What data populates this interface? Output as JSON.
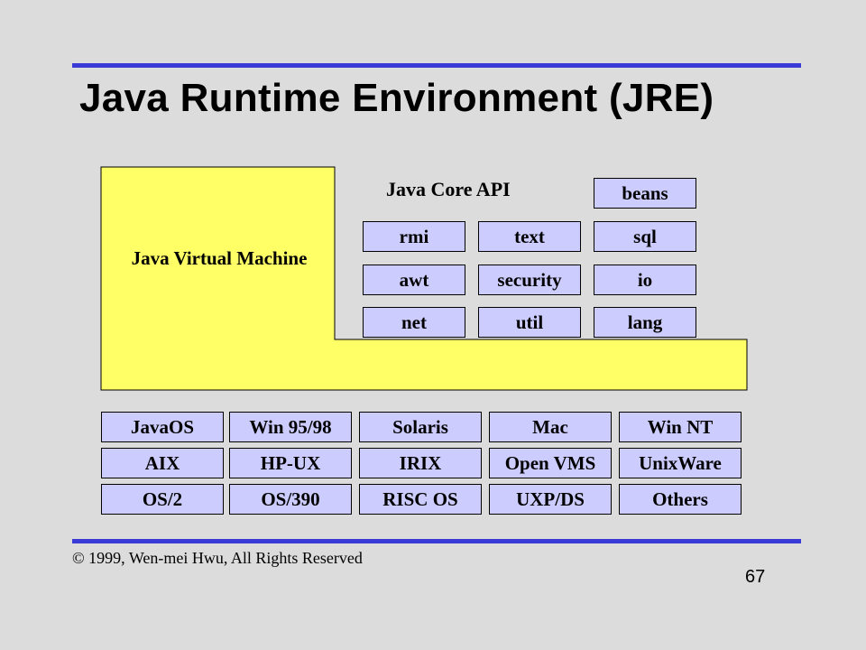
{
  "slide": {
    "title": "Java Runtime Environment (JRE)",
    "jvm_label": "Java Virtual Machine",
    "api_label": "Java Core API",
    "copyright": "© 1999, Wen-mei  Hwu, All Rights Reserved",
    "page_number": "67"
  },
  "api_packages": [
    "beans",
    "rmi",
    "text",
    "sql",
    "awt",
    "security",
    "io",
    "net",
    "util",
    "lang"
  ],
  "platforms": [
    [
      "JavaOS",
      "Win 95/98",
      "Solaris",
      "Mac",
      "Win NT"
    ],
    [
      "AIX",
      "HP-UX",
      "IRIX",
      "Open VMS",
      "UnixWare"
    ],
    [
      "OS/2",
      "OS/390",
      "RISC OS",
      "UXP/DS",
      "Others"
    ]
  ],
  "colors": {
    "background": "#dcdcdc",
    "rule": "#3a3ad6",
    "jvm_fill": "#ffff66",
    "box_fill": "#ccccff"
  }
}
